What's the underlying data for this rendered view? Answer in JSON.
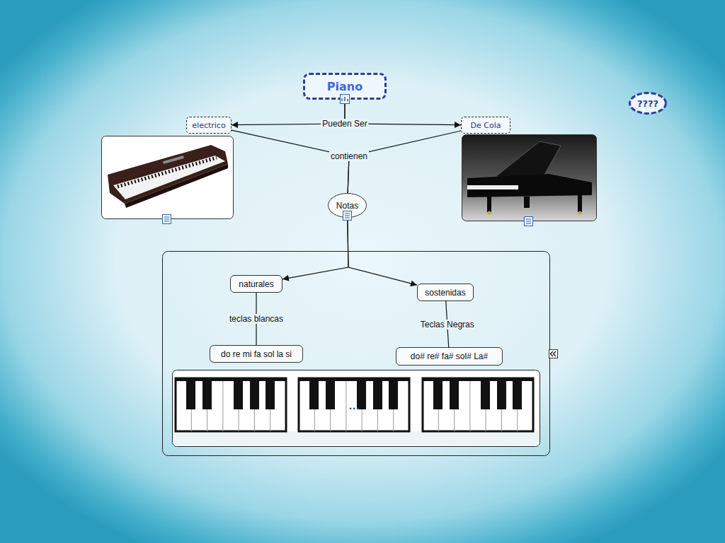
{
  "diagram": {
    "nodes": [
      {
        "text": [
          "Piano"
        ]
      },
      {
        "text": [
          "electrico"
        ]
      },
      {
        "text": [
          "De Cola"
        ]
      },
      {
        "text": [
          "Notas"
        ]
      },
      {
        "text": [
          "naturales"
        ]
      },
      {
        "text": [
          "sostenidas"
        ]
      },
      {
        "text": [
          "do re mi fa sol la si"
        ]
      },
      {
        "text": [
          "do# re# fa# sol# La#"
        ]
      },
      {
        "text": [
          "????"
        ]
      }
    ],
    "edges": [
      {
        "from": 0,
        "to": 1,
        "label": "Pueden Ser",
        "arrow": "to"
      },
      {
        "from": 0,
        "to": 2,
        "arrow": "to"
      },
      {
        "from": 1,
        "to": 3,
        "label": "contienen",
        "arrow": "none"
      },
      {
        "from": 2,
        "to": 3,
        "arrow": "none"
      },
      {
        "from": 3,
        "to": 4,
        "arrow": "to"
      },
      {
        "from": 3,
        "to": 5,
        "arrow": "to"
      },
      {
        "from": 4,
        "to": 6,
        "label": "teclas blancas",
        "arrow": "none"
      },
      {
        "from": 5,
        "to": 7,
        "label": "Teclas Negras",
        "arrow": "none"
      }
    ],
    "labels": [
      "..."
    ]
  }
}
